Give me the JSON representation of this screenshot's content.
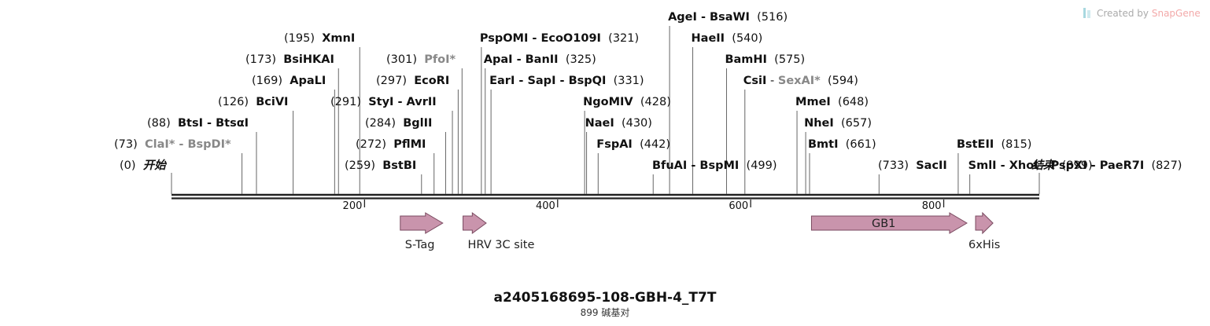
{
  "credit": {
    "prefix": "Created by",
    "brand": "SnapGene",
    "brand_color": "#f3a9a9",
    "logo_color": "#a8d8e0"
  },
  "map": {
    "title": "a2405168695-108-GBH-4_T7T",
    "length_label": "899 碱基对",
    "total_bp": 899,
    "ticks": [
      {
        "pos": 200,
        "label": "200"
      },
      {
        "pos": 400,
        "label": "400"
      },
      {
        "pos": 600,
        "label": "600"
      },
      {
        "pos": 800,
        "label": "800"
      }
    ],
    "sites": [
      {
        "pos": 0,
        "pos_label": "(0)",
        "name": "开始",
        "style": "italic",
        "side": "right"
      },
      {
        "pos": 73,
        "pos_label": "(73)",
        "name": "ClaI* - BspDI*",
        "style": "grey",
        "side": "right"
      },
      {
        "pos": 88,
        "pos_label": "(88)",
        "name": "BtsI - BtsαI",
        "style": "bold",
        "side": "right"
      },
      {
        "pos": 126,
        "pos_label": "(126)",
        "name": "BciVI",
        "style": "bold",
        "side": "right"
      },
      {
        "pos": 169,
        "pos_label": "(169)",
        "name": "ApaLI",
        "style": "bold",
        "side": "right"
      },
      {
        "pos": 173,
        "pos_label": "(173)",
        "name": "BsiHKAI",
        "style": "bold",
        "side": "right"
      },
      {
        "pos": 195,
        "pos_label": "(195)",
        "name": "XmnI",
        "style": "bold",
        "side": "right"
      },
      {
        "pos": 259,
        "pos_label": "(259)",
        "name": "BstBI",
        "style": "bold",
        "side": "right"
      },
      {
        "pos": 272,
        "pos_label": "(272)",
        "name": "PflMI",
        "style": "bold",
        "side": "right"
      },
      {
        "pos": 284,
        "pos_label": "(284)",
        "name": "BglII",
        "style": "bold",
        "side": "right"
      },
      {
        "pos": 291,
        "pos_label": "(291)",
        "name": "StyI - AvrII",
        "style": "bold",
        "side": "right"
      },
      {
        "pos": 297,
        "pos_label": "(297)",
        "name": "EcoRI",
        "style": "bold",
        "side": "right"
      },
      {
        "pos": 301,
        "pos_label": "(301)",
        "name": "PfoI*",
        "style": "grey",
        "side": "right"
      },
      {
        "pos": 321,
        "pos_label": "(321)",
        "name": "PspOMI - EcoO109I",
        "style": "bold",
        "side": "left"
      },
      {
        "pos": 325,
        "pos_label": "(325)",
        "name": "ApaI - BanII",
        "style": "bold",
        "side": "left"
      },
      {
        "pos": 331,
        "pos_label": "(331)",
        "name": "EarI - SapI - BspQI",
        "style": "bold",
        "side": "left"
      },
      {
        "pos": 428,
        "pos_label": "(428)",
        "name": "NgoMIV",
        "style": "bold",
        "side": "left"
      },
      {
        "pos": 430,
        "pos_label": "(430)",
        "name": "NaeI",
        "style": "bold",
        "side": "left"
      },
      {
        "pos": 442,
        "pos_label": "(442)",
        "name": "FspAI",
        "style": "bold",
        "side": "left"
      },
      {
        "pos": 499,
        "pos_label": "(499)",
        "name": "BfuAI - BspMI",
        "style": "bold",
        "side": "left"
      },
      {
        "pos": 516,
        "pos_label": "(516)",
        "name": "AgeI - BsaWI",
        "style": "bold",
        "side": "left"
      },
      {
        "pos": 540,
        "pos_label": "(540)",
        "name": "HaeII",
        "style": "bold",
        "side": "left"
      },
      {
        "pos": 575,
        "pos_label": "(575)",
        "name": "BamHI",
        "style": "bold",
        "side": "left"
      },
      {
        "pos": 594,
        "pos_label": "(594)",
        "name": "CsiI - SexAI*",
        "style": "mixed",
        "side": "left"
      },
      {
        "pos": 648,
        "pos_label": "(648)",
        "name": "MmeI",
        "style": "bold",
        "side": "left"
      },
      {
        "pos": 657,
        "pos_label": "(657)",
        "name": "NheI",
        "style": "bold",
        "side": "left"
      },
      {
        "pos": 661,
        "pos_label": "(661)",
        "name": "BmtI",
        "style": "bold",
        "side": "left"
      },
      {
        "pos": 733,
        "pos_label": "(733)",
        "name": "SacII",
        "style": "bold",
        "side": "right"
      },
      {
        "pos": 815,
        "pos_label": "(815)",
        "name": "BstEII",
        "style": "bold",
        "side": "left"
      },
      {
        "pos": 827,
        "pos_label": "(827)",
        "name": "SmlI - XhoI - PspXI - PaeR7I",
        "style": "bold",
        "side": "left"
      },
      {
        "pos": 899,
        "pos_label": "(899)",
        "name": "结束",
        "style": "italic",
        "side": "left"
      }
    ],
    "features": [
      {
        "name": "S-Tag",
        "start": 237,
        "end": 281,
        "label_inside": false,
        "color": "#c994ac"
      },
      {
        "name": "HRV 3C site",
        "start": 302,
        "end": 326,
        "label_inside": false,
        "color": "#c994ac"
      },
      {
        "name": "GB1",
        "start": 663,
        "end": 824,
        "label_inside": true,
        "color": "#c994ac"
      },
      {
        "name": "6xHis",
        "start": 833,
        "end": 851,
        "label_inside": false,
        "color": "#c994ac"
      }
    ]
  }
}
